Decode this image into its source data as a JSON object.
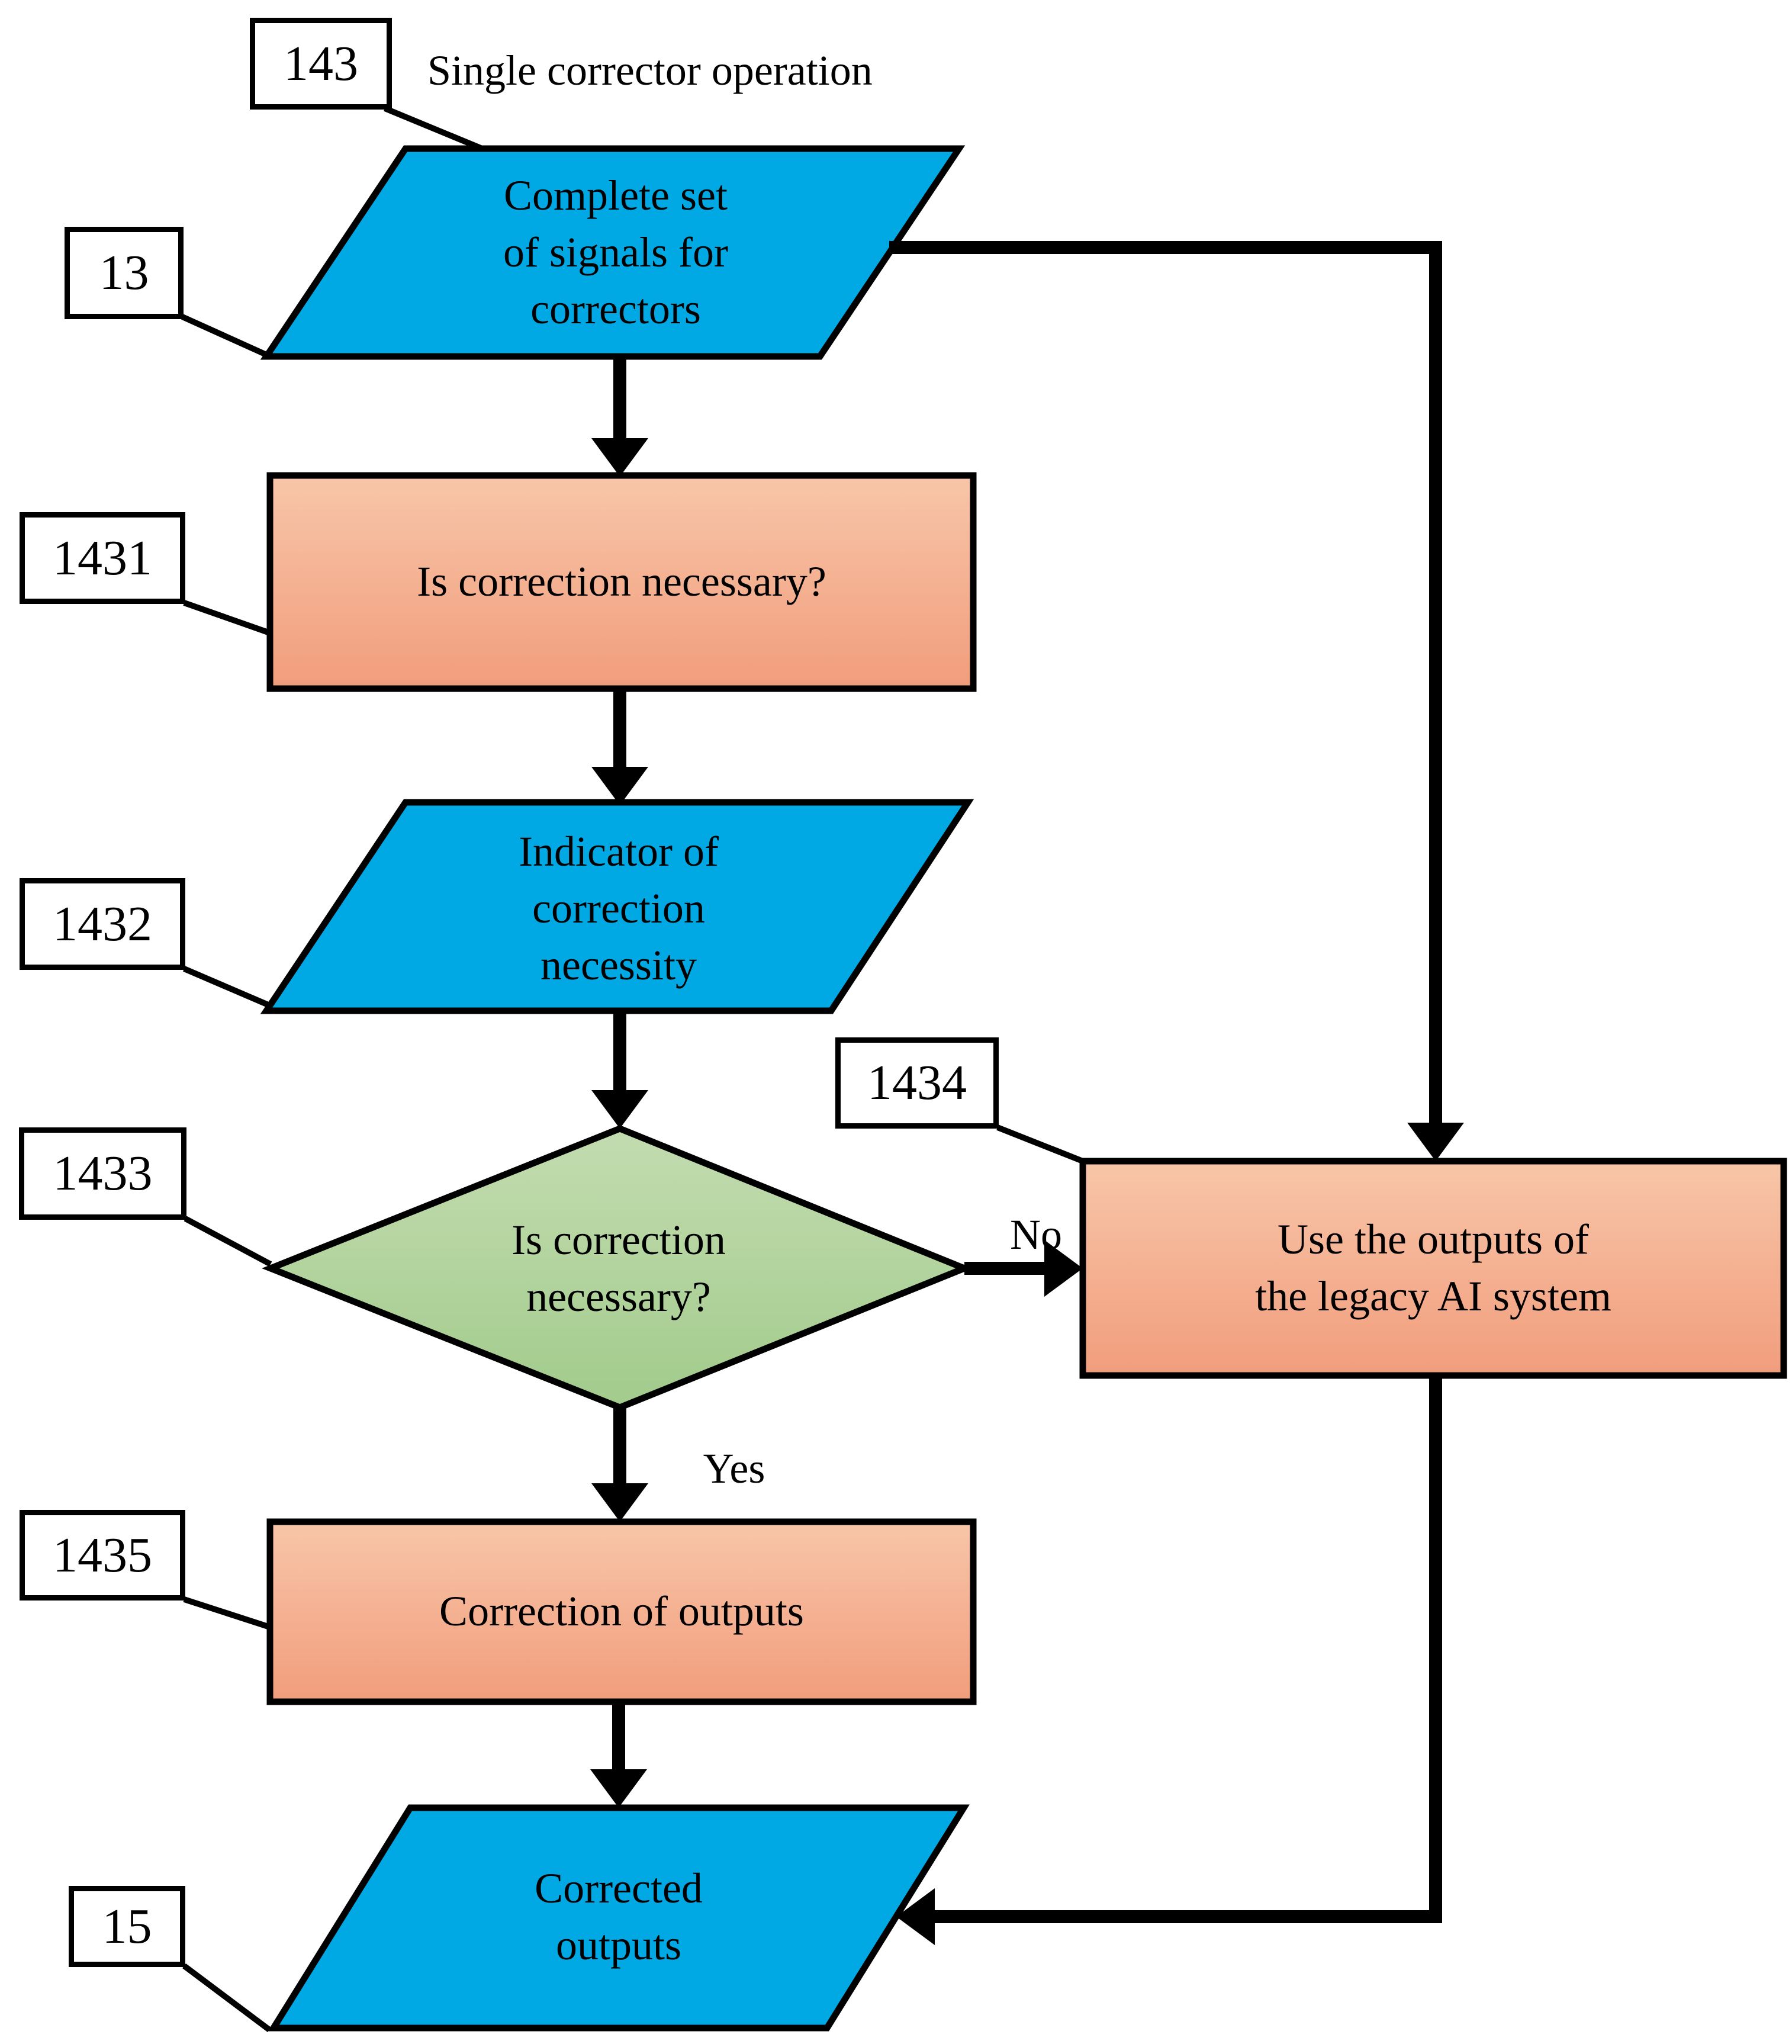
{
  "title": "Single corrector operation",
  "colors": {
    "background": "#ffffff",
    "line": "#000000",
    "label_box": "#ffffff",
    "io_blue": "#00a8e4",
    "process_top": "#f8c6a9",
    "process_bottom": "#f19d7c",
    "decision_top": "#c3dcb0",
    "decision_bottom": "#a2cb8c"
  },
  "refs": {
    "diagram": "143",
    "input_signals": "13",
    "necessity_check": "1431",
    "indicator": "1432",
    "decision": "1433",
    "use_legacy": "1434",
    "correction": "1435",
    "corrected_outputs": "15"
  },
  "nodes": {
    "input_signals": {
      "type": "data",
      "text": "Complete set\nof signals for\ncorrectors"
    },
    "necessity_check": {
      "type": "process",
      "text": "Is correction necessary?"
    },
    "indicator": {
      "type": "data",
      "text": "Indicator of\ncorrection\nnecessity"
    },
    "decision": {
      "type": "decision",
      "text": "Is correction\nnecessary?"
    },
    "use_legacy": {
      "type": "process",
      "text": "Use the outputs of\nthe legacy AI system"
    },
    "correction": {
      "type": "process",
      "text": "Correction of outputs"
    },
    "corrected_outputs": {
      "type": "data",
      "text": "Corrected\noutputs"
    }
  },
  "edges": {
    "yes": "Yes",
    "no": "No"
  }
}
